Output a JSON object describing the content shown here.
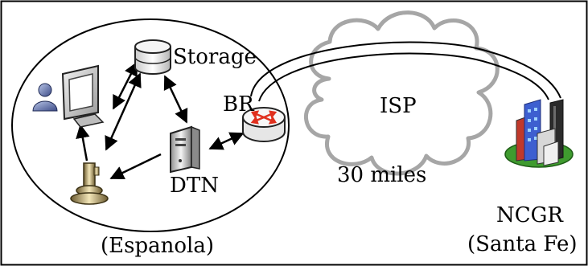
{
  "labels": {
    "storage": "Storage",
    "br": "BR",
    "dtn": "DTN",
    "isp": "ISP",
    "distance": "30 miles",
    "ncgr": "NCGR",
    "santa_fe": "(Santa Fe)",
    "espanola": "(Espanola)"
  },
  "colors": {
    "line": "#000000",
    "cloud_stroke": "#a6a6a6",
    "router_arrows": "#e0301e",
    "city_green": "#3f9b2f",
    "city_blue": "#3d5fd0",
    "city_red": "#c0392b"
  },
  "icons": {
    "user": "user-icon",
    "monitor": "monitor-icon",
    "storage": "database-icon",
    "server": "server-icon",
    "router": "router-icon",
    "microscope": "instrument-icon",
    "city": "city-icon",
    "cloud": "cloud-icon"
  }
}
